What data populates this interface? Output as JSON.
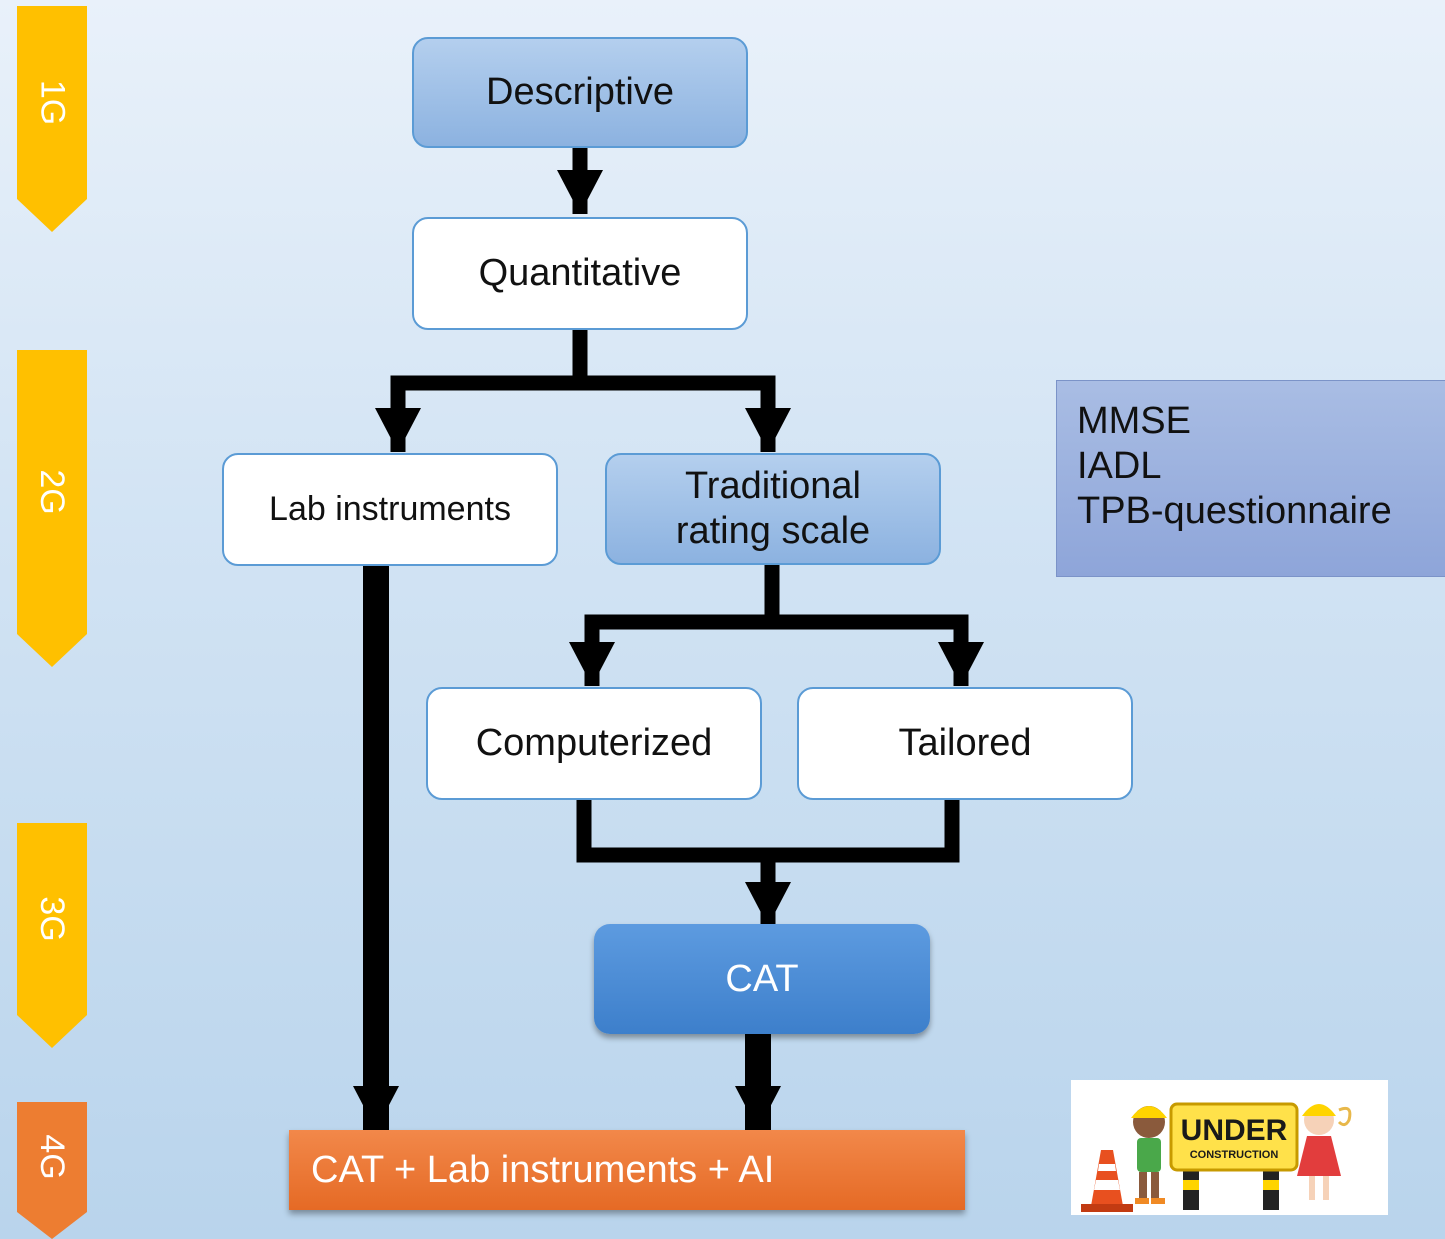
{
  "generations": [
    {
      "label": "1G",
      "color": "#ffc000"
    },
    {
      "label": "2G",
      "color": "#ffc000"
    },
    {
      "label": "3G",
      "color": "#ffc000"
    },
    {
      "label": "4G",
      "color": "#ed7d31"
    }
  ],
  "nodes": {
    "descriptive": "Descriptive",
    "quantitative": "Quantitative",
    "lab_instruments": "Lab instruments",
    "traditional_rating_scale": {
      "line1": "Traditional",
      "line2": "rating scale"
    },
    "computerized": "Computerized",
    "tailored": "Tailored",
    "cat": "CAT",
    "final": "CAT + Lab instruments + AI"
  },
  "examples": [
    "MMSE",
    "IADL",
    "TPB-questionnaire"
  ],
  "sign": {
    "line1": "UNDER",
    "line2": "CONSTRUCTION"
  },
  "colors": {
    "arrow": "#000000",
    "box_border": "#5b9bd5",
    "generation_yellow": "#ffc000",
    "generation_orange": "#ed7d31",
    "cat_blue": "#4a8bd6",
    "final_orange": "#ed7d31",
    "example_panel": "#9db2e0"
  }
}
